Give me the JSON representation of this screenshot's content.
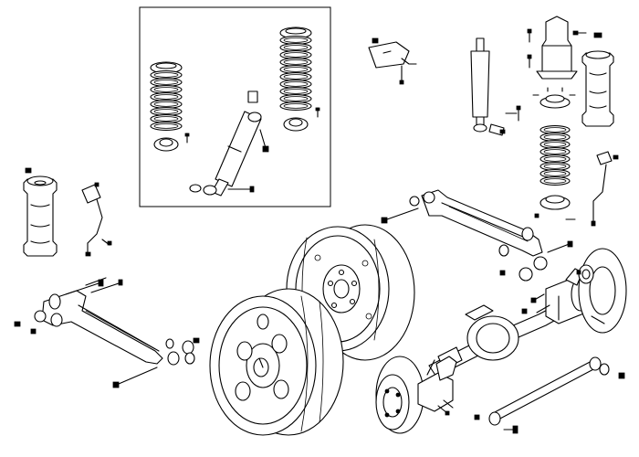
{
  "diagram": {
    "parts": [
      {
        "name": "coil-spring",
        "count": 3
      },
      {
        "name": "spring-seat",
        "count": 5
      },
      {
        "name": "shock-absorber",
        "count": 3
      },
      {
        "name": "air-spring",
        "count": 2
      },
      {
        "name": "height-sensor",
        "count": 2
      },
      {
        "name": "trailing-arm",
        "count": 2
      },
      {
        "name": "wheel-rim",
        "count": 2
      },
      {
        "name": "axle-housing",
        "count": 1
      },
      {
        "name": "brake-hub-assembly",
        "count": 2
      },
      {
        "name": "panhard-rod",
        "count": 1
      },
      {
        "name": "bolt",
        "count": 14
      },
      {
        "name": "bushing",
        "count": 10
      }
    ]
  }
}
